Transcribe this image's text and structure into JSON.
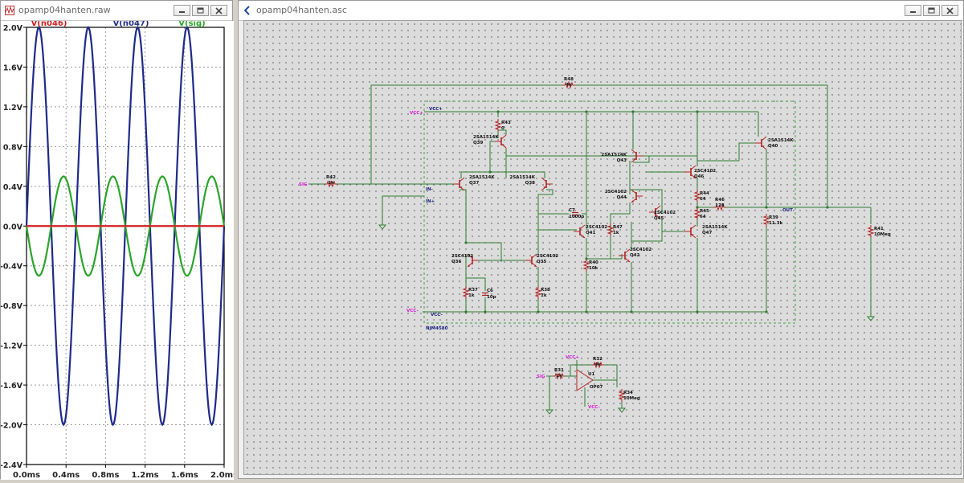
{
  "waveform_window": {
    "title": "opamp04hanten.raw",
    "icon": "waveform-window-icon",
    "traces": [
      {
        "name": "V(n046)",
        "color": "#d02020"
      },
      {
        "name": "V(n047)",
        "color": "#1f2a8a"
      },
      {
        "name": "V(sig)",
        "color": "#2aa52a"
      }
    ]
  },
  "schematic_window": {
    "title": "opamp04hanten.asc",
    "icon": "schematic-window-icon"
  },
  "window_controls": {
    "minimize": "minimize-icon",
    "restore": "restore-icon",
    "close": "close-icon"
  },
  "chart_data": {
    "type": "line",
    "x_ticks": [
      "0.0ms",
      "0.4ms",
      "0.8ms",
      "1.2ms",
      "1.6ms",
      "2.0ms"
    ],
    "y_ticks": [
      "2.0V",
      "1.6V",
      "1.2V",
      "0.8V",
      "0.4V",
      "0.0V",
      "-0.4V",
      "-0.8V",
      "-1.2V",
      "-1.6V",
      "-2.0V",
      "-2.4V"
    ],
    "xlim": [
      0,
      2.0
    ],
    "ylim": [
      -2.4,
      2.0
    ],
    "grid": true,
    "series": [
      {
        "name": "V(n046)",
        "color": "#d02020",
        "amplitude": 0,
        "frequency_khz": 2,
        "phase": 0
      },
      {
        "name": "V(n047)",
        "color": "#1f2a8a",
        "amplitude": 2.0,
        "frequency_khz": 2,
        "phase": 0
      },
      {
        "name": "V(sig)",
        "color": "#2aa52a",
        "amplitude": -0.5,
        "frequency_khz": 2,
        "phase": 0
      }
    ]
  },
  "schematic": {
    "nets": {
      "sig": "SIG",
      "in_minus": "IN-",
      "in_plus": "IN+",
      "vcc_plus": "VCC+",
      "vcc_minus": "VCC-",
      "out": "OUT",
      "block": "NJM4580"
    },
    "components": [
      {
        "ref": "R48",
        "value": "4k"
      },
      {
        "ref": "R42",
        "value": "1k"
      },
      {
        "ref": "R43",
        "value": "0"
      },
      {
        "ref": "Q39",
        "value": "2SA1514K"
      },
      {
        "ref": "Q37",
        "value": "2SA1514K"
      },
      {
        "ref": "Q38",
        "value": "2SA1514K"
      },
      {
        "ref": "Q43",
        "value": "2SA1514K"
      },
      {
        "ref": "Q46",
        "value": "2SC4102"
      },
      {
        "ref": "Q40",
        "value": "2SA1514K"
      },
      {
        "ref": "Q44",
        "value": "2SC4102"
      },
      {
        "ref": "R44",
        "value": "64"
      },
      {
        "ref": "R46",
        "value": "128"
      },
      {
        "ref": "R45",
        "value": "64"
      },
      {
        "ref": "C7",
        "value": "1000p"
      },
      {
        "ref": "Q45",
        "value": "2SC4102"
      },
      {
        "ref": "R47",
        "value": "1k"
      },
      {
        "ref": "Q41",
        "value": "2SC4102"
      },
      {
        "ref": "R39",
        "value": "11.3k"
      },
      {
        "ref": "Q47",
        "value": "2SA1514K"
      },
      {
        "ref": "R41",
        "value": "10Meg"
      },
      {
        "ref": "Q36",
        "value": "2SC4102"
      },
      {
        "ref": "Q35",
        "value": "2SC4102"
      },
      {
        "ref": "Q42",
        "value": "2SC4102"
      },
      {
        "ref": "R40",
        "value": "10k"
      },
      {
        "ref": "R37",
        "value": "1k"
      },
      {
        "ref": "C6",
        "value": "10p"
      },
      {
        "ref": "R38",
        "value": "1k"
      },
      {
        "ref": "R32",
        "value": "4k"
      },
      {
        "ref": "R31",
        "value": "1k"
      },
      {
        "ref": "U1",
        "value": "OP07"
      },
      {
        "ref": "R34",
        "value": "10Meg"
      }
    ]
  }
}
